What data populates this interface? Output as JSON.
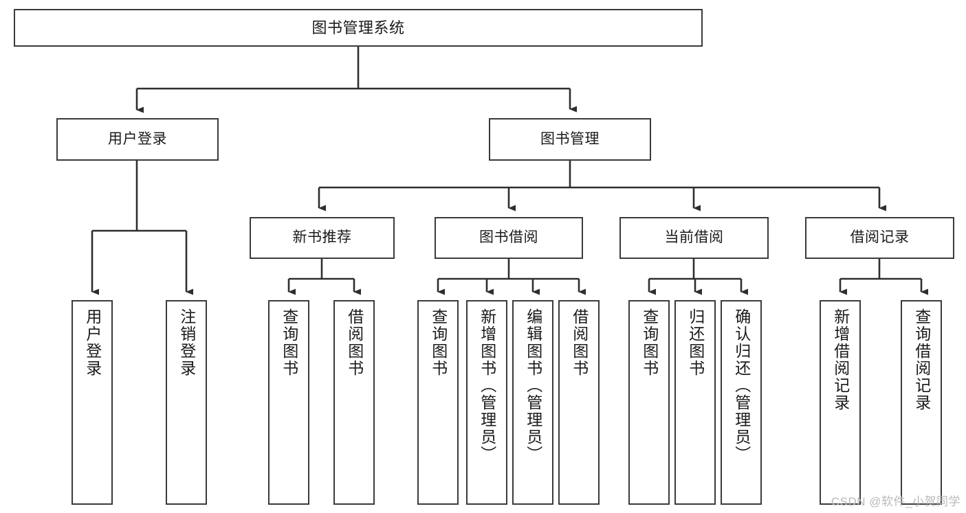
{
  "diagram": {
    "title": "图书管理系统",
    "type": "hierarchy-tree",
    "watermark": "CSDN @软件_小贺同学",
    "colors": {
      "box_border": "#3a3a3a",
      "box_fill": "#ffffff",
      "edge": "#2e2e2e",
      "text": "#1a1a1a",
      "watermark": "#b9b9b9",
      "background": "#ffffff"
    },
    "nodes": {
      "root": {
        "label": "图书管理系统"
      },
      "level1": [
        {
          "label": "用户登录"
        },
        {
          "label": "图书管理"
        }
      ],
      "level2": [
        {
          "label": "新书推荐"
        },
        {
          "label": "图书借阅"
        },
        {
          "label": "当前借阅"
        },
        {
          "label": "借阅记录"
        }
      ],
      "leaves_user_login": [
        {
          "label": "用户登录"
        },
        {
          "label": "注销登录"
        }
      ],
      "leaves_new_book": [
        {
          "label": "查询图书"
        },
        {
          "label": "借阅图书"
        }
      ],
      "leaves_borrow": [
        {
          "label": "查询图书"
        },
        {
          "label": "新增图书（管理员）"
        },
        {
          "label": "编辑图书（管理员）"
        },
        {
          "label": "借阅图书"
        }
      ],
      "leaves_current": [
        {
          "label": "查询图书"
        },
        {
          "label": "归还图书"
        },
        {
          "label": "确认归还（管理员）"
        }
      ],
      "leaves_records": [
        {
          "label": "新增借阅记录"
        },
        {
          "label": "查询借阅记录"
        }
      ]
    }
  }
}
